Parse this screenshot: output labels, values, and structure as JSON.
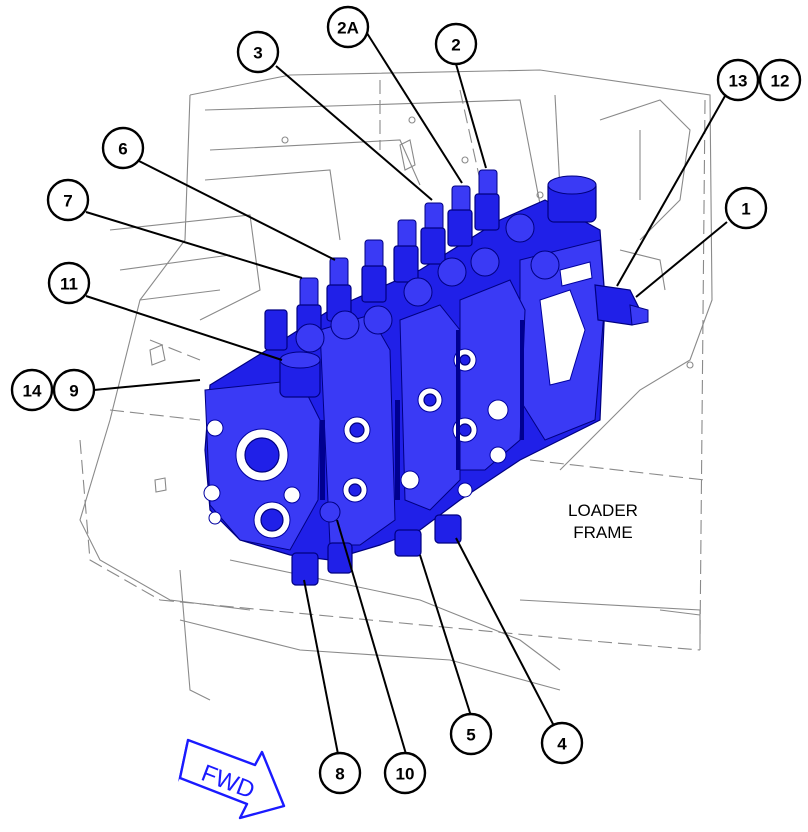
{
  "frame_label_lines": [
    "LOADER",
    "FRAME"
  ],
  "direction_arrow_label": "FWD",
  "callouts": [
    {
      "id": "1",
      "label": "1"
    },
    {
      "id": "2",
      "label": "2"
    },
    {
      "id": "2A",
      "label": "2A"
    },
    {
      "id": "3",
      "label": "3"
    },
    {
      "id": "4",
      "label": "4"
    },
    {
      "id": "5",
      "label": "5"
    },
    {
      "id": "6",
      "label": "6"
    },
    {
      "id": "7",
      "label": "7"
    },
    {
      "id": "8",
      "label": "8"
    },
    {
      "id": "9",
      "label": "9"
    },
    {
      "id": "10",
      "label": "10"
    },
    {
      "id": "11",
      "label": "11"
    },
    {
      "id": "12",
      "label": "12"
    },
    {
      "id": "13",
      "label": "13"
    },
    {
      "id": "14",
      "label": "14"
    }
  ],
  "colors": {
    "valve": "#2020e8",
    "frame_lines": "#8a8a8a",
    "arrow": "#1a1aff"
  }
}
